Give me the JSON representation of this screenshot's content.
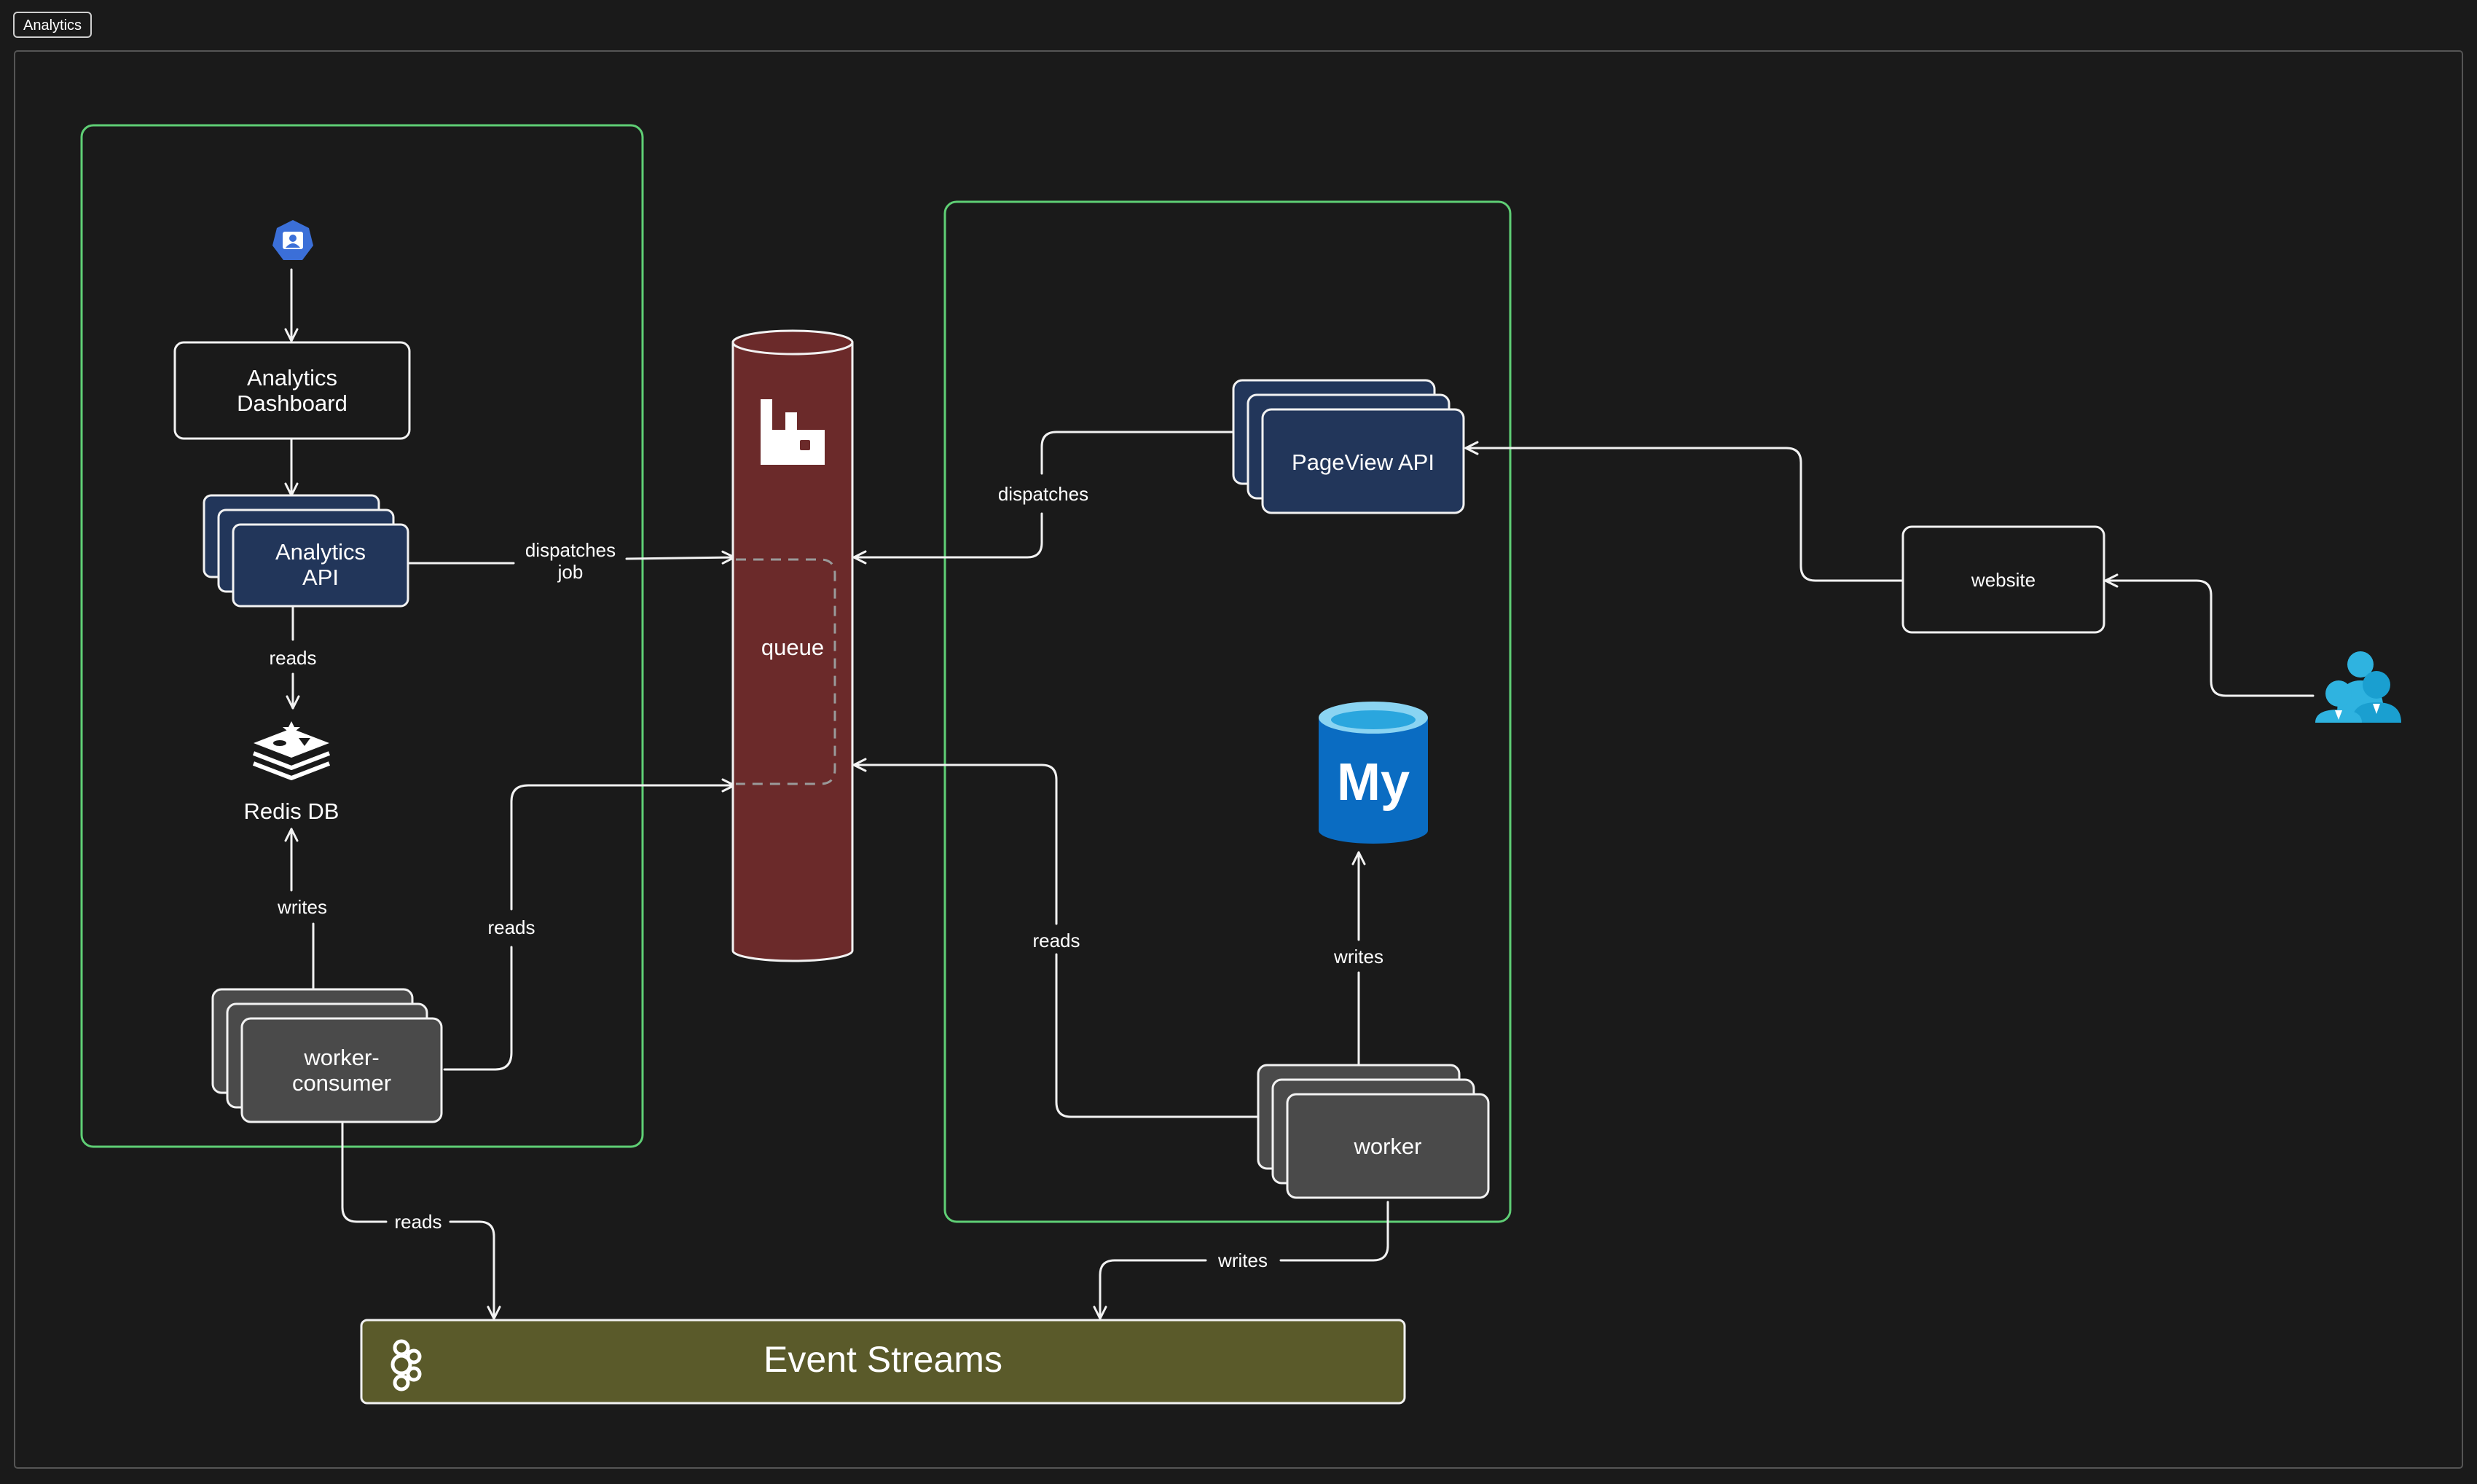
{
  "frame": {
    "label": "Analytics"
  },
  "nodes": {
    "analytics_dashboard": [
      "Analytics",
      "Dashboard"
    ],
    "analytics_api": [
      "Analytics",
      "API"
    ],
    "redis": "Redis DB",
    "worker_consumer": [
      "worker-",
      "consumer"
    ],
    "queue": "queue",
    "pageview_api": "PageView API",
    "worker": "worker",
    "website": "website",
    "event_streams": "Event Streams"
  },
  "edges": {
    "dispatches_job": [
      "dispatches",
      "job"
    ],
    "reads_redis": "reads",
    "writes_redis": "writes",
    "consumer_reads_queue": "reads",
    "pageview_dispatches": "dispatches",
    "worker_reads_queue": "reads",
    "worker_writes_mysql": "writes",
    "consumer_reads_streams": "reads",
    "worker_writes_streams": "writes"
  },
  "icons": {
    "user": "kubernetes-user-icon",
    "queue": "rabbitmq-icon",
    "redis": "redis-icon",
    "mysql": "mysql-icon",
    "users": "users-icon",
    "streams": "kafka-icon"
  },
  "colors": {
    "background": "#1a1a1a",
    "group_border": "#5fcf75",
    "api_fill": "#22365a",
    "worker_fill": "#4a4a4a",
    "queue_fill": "#6b2a2a",
    "streams_fill": "#5a5a2a",
    "mysql_blue": "#0a6cc2",
    "k8s_blue": "#3b6fd8",
    "users_cyan": "#2fb3e0"
  }
}
